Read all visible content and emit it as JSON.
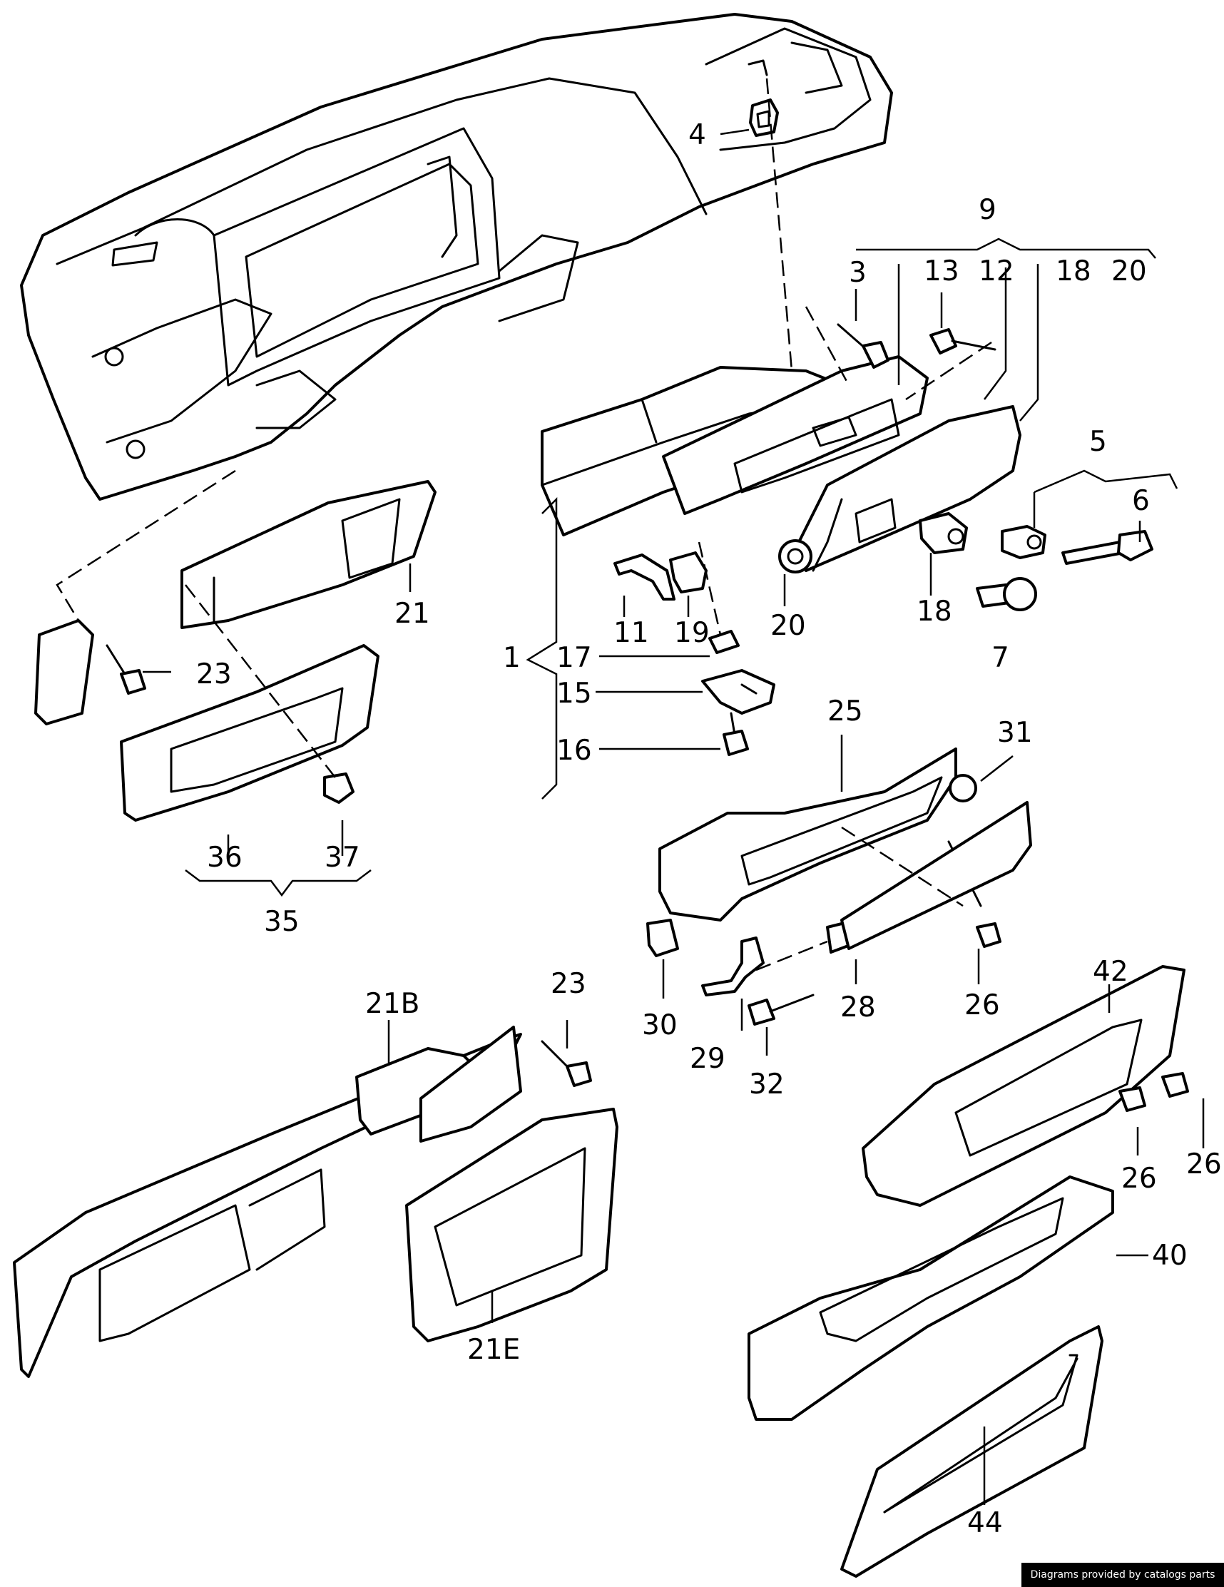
{
  "labels": {
    "l1": "1",
    "l3": "3",
    "l4": "4",
    "l5": "5",
    "l6": "6",
    "l7": "7",
    "l9": "9",
    "l11": "11",
    "l12": "12",
    "l13": "13",
    "l15": "15",
    "l16": "16",
    "l17": "17",
    "l18a": "18",
    "l18b": "18",
    "l19": "19",
    "l20a": "20",
    "l20b": "20",
    "l21": "21",
    "l21B": "21B",
    "l21E": "21E",
    "l23a": "23",
    "l23b": "23",
    "l25": "25",
    "l26a": "26",
    "l26b": "26",
    "l26c": "26",
    "l28": "28",
    "l29": "29",
    "l30": "30",
    "l31": "31",
    "l32": "32",
    "l35": "35",
    "l36": "36",
    "l37": "37",
    "l40": "40",
    "l42": "42",
    "l44": "44"
  },
  "footer": {
    "credit": "Diagrams provided by catalogs parts"
  }
}
